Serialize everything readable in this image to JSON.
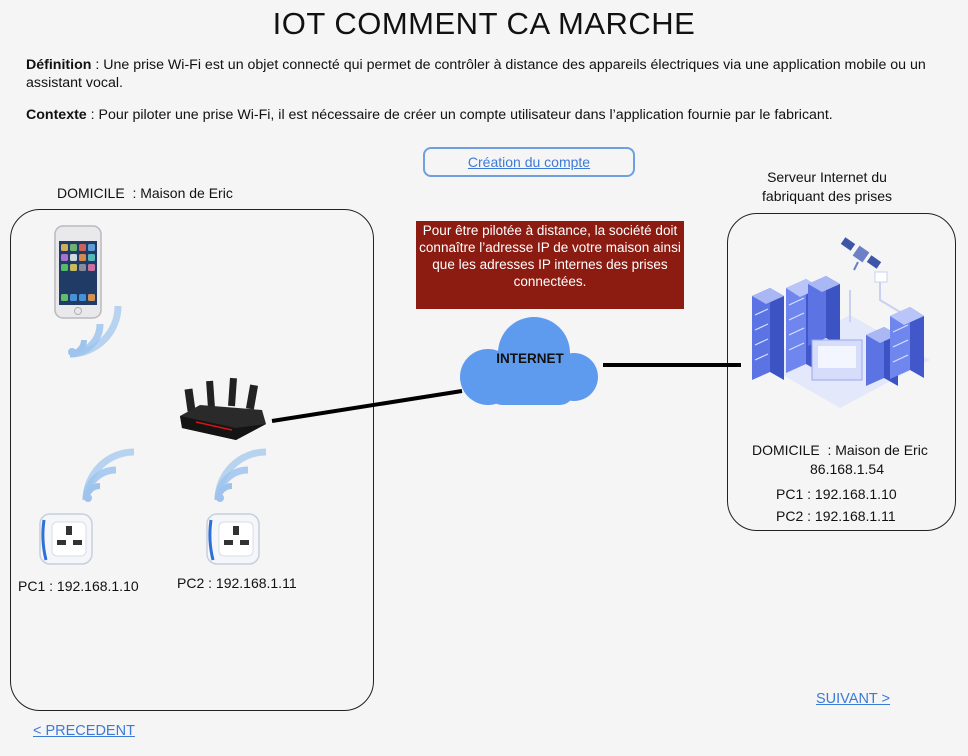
{
  "title": "IOT COMMENT CA MARCHE",
  "definition": {
    "label": "Définition",
    "text": " : Une prise Wi-Fi est un objet connecté qui permet de contrôler à distance des appareils électriques via une application mobile ou un assistant vocal."
  },
  "context": {
    "label": "Contexte",
    "text": " : Pour piloter une prise Wi-Fi, il est nécessaire de créer un compte utilisateur dans l’application fournie par le fabricant."
  },
  "creation_button": "Création du compte",
  "home": {
    "title": "DOMICILE  : Maison de Eric",
    "pc1": "PC1 : 192.168.1.10",
    "pc2": "PC2 : 192.168.1.11"
  },
  "server": {
    "title_line1": "Serveur Internet du",
    "title_line2": "fabriquant des prises",
    "domicile": "DOMICILE  : Maison de Eric",
    "public_ip": "86.168.1.54",
    "pc1": "PC1 : 192.168.1.10",
    "pc2": "PC2 : 192.168.1.11"
  },
  "internet_label": "INTERNET",
  "info_box": "Pour être pilotée à distance, la société doit connaître l’adresse IP de votre maison ainsi que les adresses IP internes des prises connectées.",
  "nav": {
    "next": "SUIVANT >",
    "prev": "< PRECEDENT"
  },
  "colors": {
    "info_box_bg": "#8c1c11",
    "cloud": "#5e9bef",
    "link": "#3d7ad6",
    "wifi": "#9ec4ee"
  },
  "icons": [
    "smartphone-icon",
    "wifi-signal-icon",
    "router-icon",
    "smart-plug-icon",
    "cloud-icon",
    "server-icon",
    "satellite-icon"
  ]
}
